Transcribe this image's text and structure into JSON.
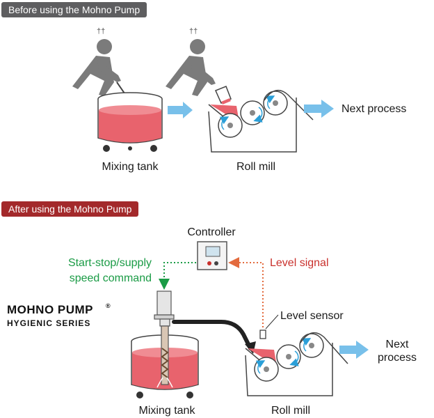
{
  "before": {
    "badge": "Before using the Mohno Pump",
    "mixing_tank": "Mixing tank",
    "roll_mill": "Roll mill",
    "next_process": "Next process"
  },
  "after": {
    "badge": "After using the Mohno Pump",
    "controller": "Controller",
    "command_line1": "Start-stop/supply",
    "command_line2": "speed command",
    "level_signal": "Level signal",
    "level_sensor": "Level sensor",
    "mixing_tank": "Mixing tank",
    "roll_mill": "Roll mill",
    "next_line1": "Next",
    "next_line2": "process",
    "brand_line1": "MOHNO PUMP",
    "brand_mark": "®",
    "brand_line2": "HYGIENIC SERIES"
  },
  "colors": {
    "liquid": "#e8636d",
    "arrow": "#78c0ea",
    "person": "#7b7b7b",
    "red_dotted": "#e36b3e",
    "green_dotted": "#1a9b45",
    "roll_arrow": "#2a9fd8"
  }
}
